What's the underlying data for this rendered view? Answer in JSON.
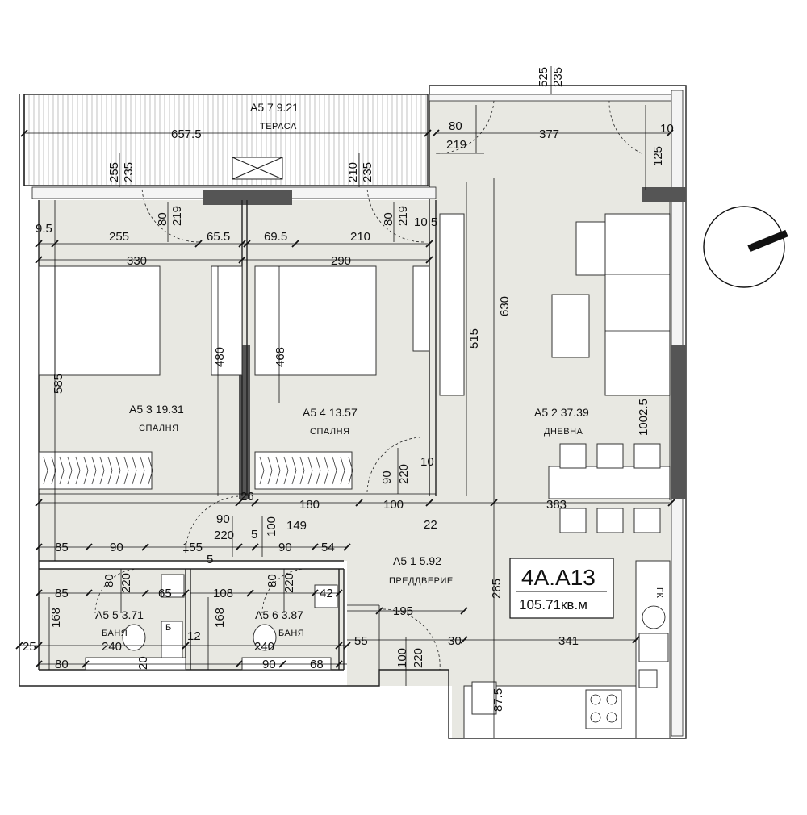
{
  "unit": {
    "code": "4A.A13",
    "area": "105.71кв.м"
  },
  "rooms": {
    "terrace": {
      "id": "А5 7 9.21",
      "name": "ТЕРАСА"
    },
    "bedroom1": {
      "id": "А5 3 19.31",
      "name": "СПАЛНЯ"
    },
    "bedroom2": {
      "id": "А5 4 13.57",
      "name": "СПАЛНЯ"
    },
    "living": {
      "id": "А5 2 37.39",
      "name": "ДНЕВНА"
    },
    "hall": {
      "id": "А5 1   5.92",
      "name": "ПРЕДДВЕРИЕ"
    },
    "bath1": {
      "id": "А5 5 3.71",
      "name": "БАНЯ"
    },
    "bath2": {
      "id": "А5 6 3.87",
      "name": "БАНЯ"
    }
  },
  "dimensions": {
    "d525": "525",
    "d235a": "235",
    "d6575": "657.5",
    "d80a": "80",
    "d219a": "219",
    "d377": "377",
    "d10a": "10",
    "d125": "125",
    "d255a": "255",
    "d235b": "235",
    "d210a": "210",
    "d235c": "235",
    "d80b": "80",
    "d219b": "219",
    "d80c": "80",
    "d219c": "219",
    "d105": "10.5",
    "d95": "9.5",
    "d255b": "255",
    "d655": "65.5",
    "d695": "69.5",
    "d210b": "210",
    "d330": "330",
    "d290": "290",
    "d480": "480",
    "d468": "468",
    "d515": "515",
    "d630": "630",
    "d585": "585",
    "d10025": "1002.5",
    "d90a": "90",
    "d220a": "220",
    "d10b": "10",
    "d26": "26",
    "d180": "180",
    "d100a": "100",
    "d383": "383",
    "d90b": "90",
    "d220b": "220",
    "d100b": "100",
    "d149": "149",
    "d22": "22",
    "d5a": "5",
    "d85a": "85",
    "d90c": "90",
    "d155": "155",
    "d5b": "5",
    "d90d": "90",
    "d54": "54",
    "d85b": "85",
    "d80d": "80",
    "d220c": "220",
    "d65": "65",
    "d108": "108",
    "d80e": "80",
    "d220d": "220",
    "d42": "42",
    "d195": "195",
    "d168a": "168",
    "d168b": "168",
    "d285": "285",
    "d25": "25",
    "d240a": "240",
    "d12": "12",
    "d240b": "240",
    "d55": "55",
    "d30": "30",
    "d341": "341",
    "d100c": "100",
    "d220e": "220",
    "d80f": "80",
    "d20": "20",
    "d90e": "90",
    "d68": "68",
    "d875": "87.5"
  },
  "fixtures": {
    "boiler_label": "Б",
    "fridge_label": "ГК"
  },
  "icons": {
    "compass": "north-arrow-icon",
    "shaft": "ventilation-shaft-icon"
  },
  "colors": {
    "floor": "#e8e8e2",
    "terrace": "#ffffff",
    "wall": "#222222",
    "column": "#555555"
  }
}
